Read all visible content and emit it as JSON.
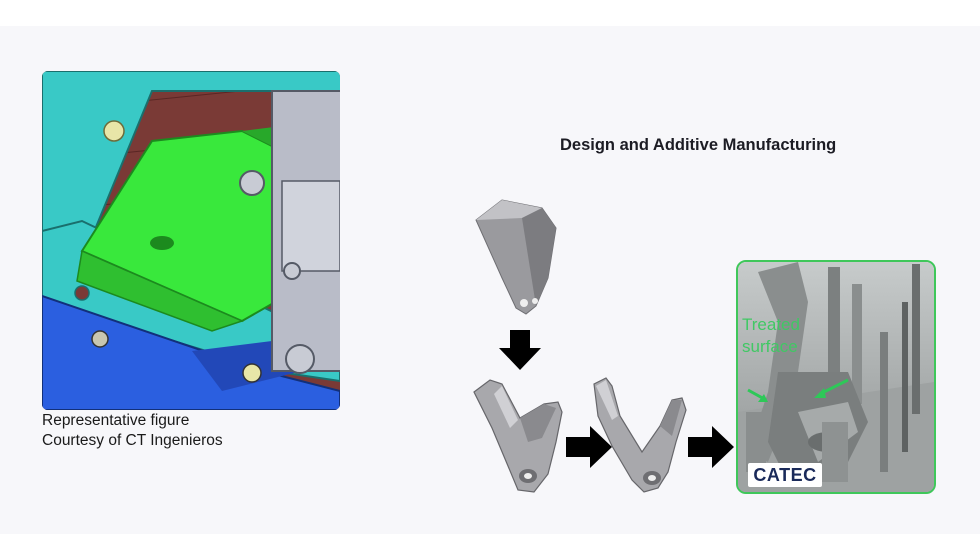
{
  "caption": {
    "line1": "Representative figure",
    "line2": "Courtesy of CT Ingenieros"
  },
  "title": "Design and Additive Manufacturing",
  "photo": {
    "annotation_line1": "Treated",
    "annotation_line2": "surface",
    "logo": "CATEC"
  },
  "colors": {
    "highlight_green": "#3fc75a",
    "cad_green": "#39e83c",
    "cad_cyan": "#39c9c6",
    "cad_blue": "#2b5fe0",
    "cad_brown": "#7a3a36"
  },
  "icons": [
    "down-arrow-icon",
    "right-arrow-icon"
  ]
}
